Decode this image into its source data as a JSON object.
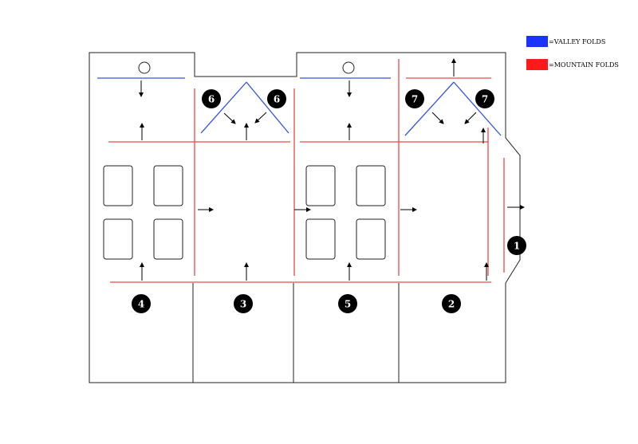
{
  "legend": {
    "valley": {
      "label": "=VALLEY FOLDS",
      "color": "#1a33ff"
    },
    "mountain": {
      "label": "=MOUNTAIN FOLDS",
      "color": "#ff1a1a"
    }
  },
  "colors": {
    "valley_line": "#3355dd",
    "mountain_line": "#e84a4a",
    "outline": "#222222",
    "badge_fill": "#000000"
  },
  "steps": {
    "one": "1",
    "two": "2",
    "three": "3",
    "four": "4",
    "five": "5",
    "six_left": "6",
    "six_right": "6",
    "seven_left": "7",
    "seven_right": "7"
  }
}
